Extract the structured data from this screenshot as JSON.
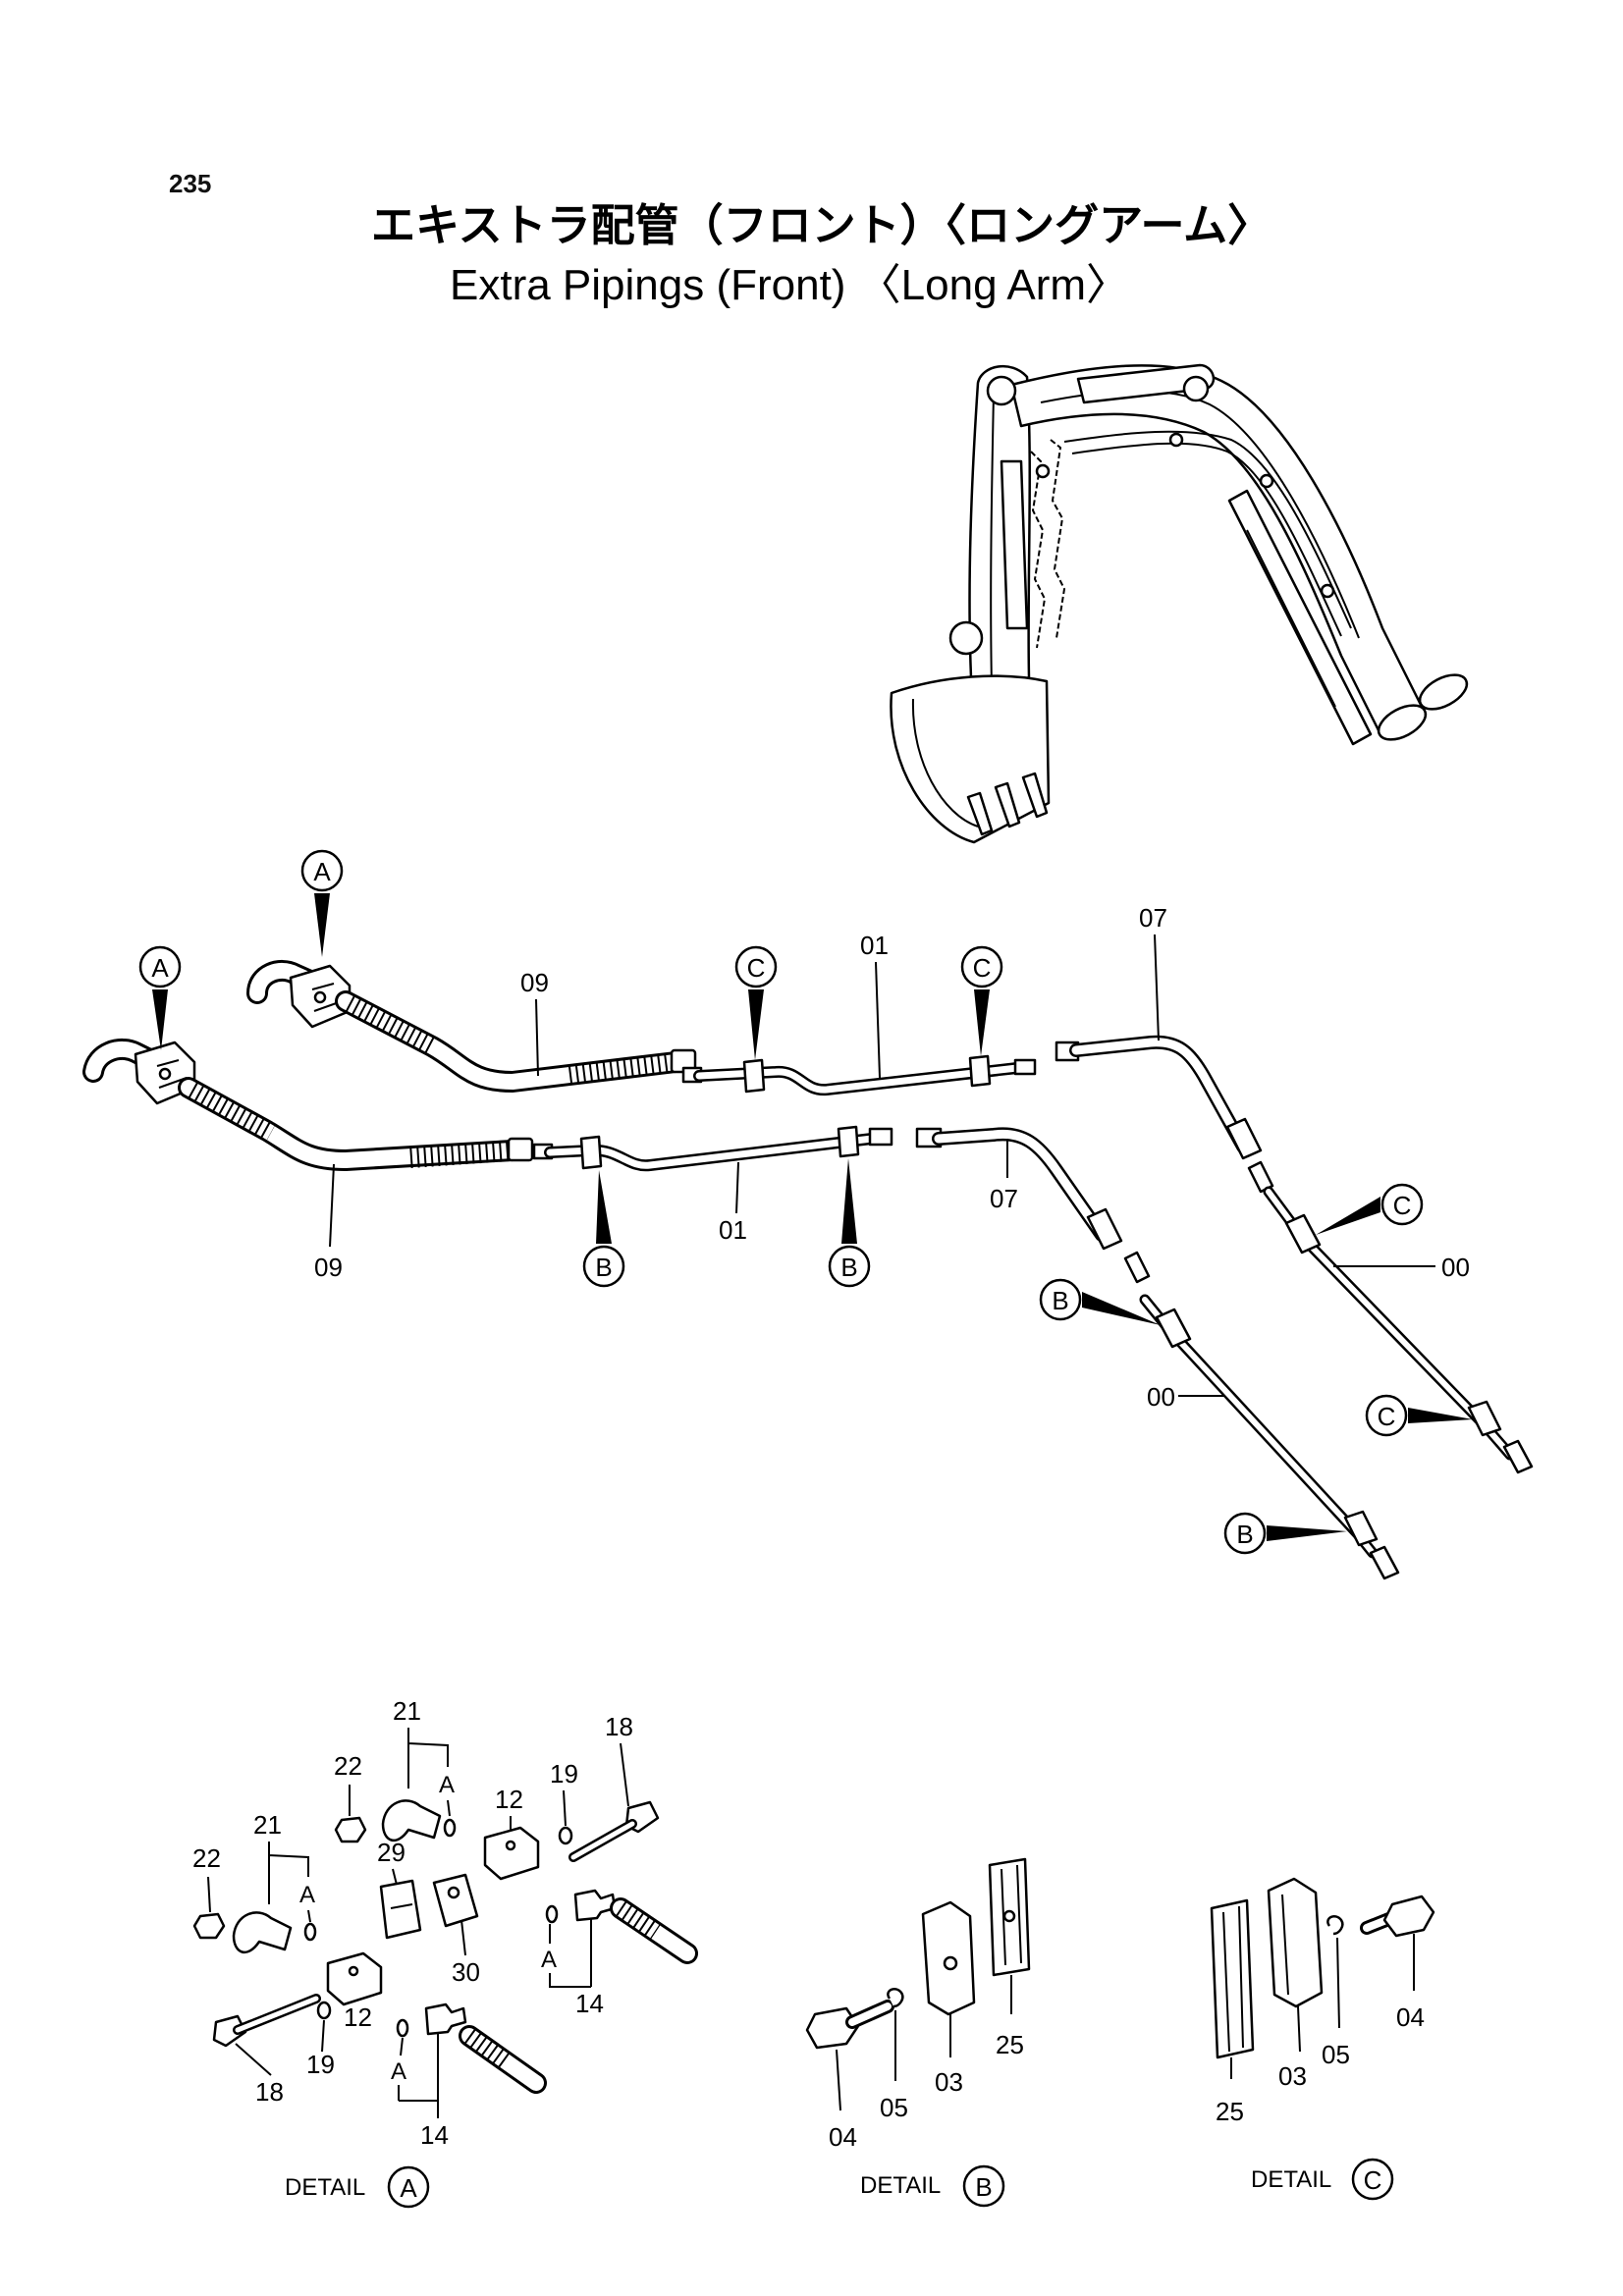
{
  "page_number": "235",
  "title_jp": "エキストラ配管（フロント）〈ロングアーム〉",
  "title_en": "Extra Pipings (Front) 〈Long Arm〉",
  "callouts": {
    "a": "A",
    "b": "B",
    "c": "C"
  },
  "parts": {
    "p00": "00",
    "p01": "01",
    "p03": "03",
    "p04": "04",
    "p05": "05",
    "p07": "07",
    "p09": "09",
    "p12": "12",
    "p14": "14",
    "p18": "18",
    "p19": "19",
    "p21": "21",
    "p22": "22",
    "p25": "25",
    "p29": "29",
    "p30": "30"
  },
  "details": {
    "label": "DETAIL"
  }
}
